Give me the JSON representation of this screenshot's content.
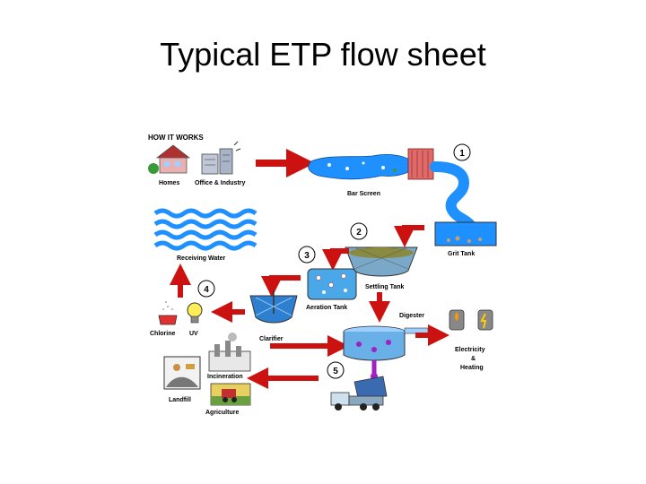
{
  "slide": {
    "title": "Typical ETP flow sheet"
  },
  "diagram": {
    "heading": "HOW IT WORKS",
    "labels": {
      "homes": "Homes",
      "office": "Office & Industry",
      "bar_screen": "Bar Screen",
      "grit_tank": "Grit Tank",
      "settling_tank": "Settling Tank",
      "aeration_tank": "Aeration Tank",
      "clarifier": "Clarifier",
      "digester": "Digester",
      "receiving_water": "Receiving Water",
      "chlorine": "Chlorine",
      "uv": "UV",
      "electricity_1": "Electricity",
      "electricity_2": "&",
      "electricity_3": "Heating",
      "incineration": "Incineration",
      "landfill": "Landfill",
      "agriculture": "Agriculture"
    },
    "steps": [
      "1",
      "2",
      "3",
      "4",
      "5"
    ],
    "colors": {
      "arrow": "#cc1111",
      "water": "#1e90ff",
      "accent": "#ffcc00"
    }
  }
}
